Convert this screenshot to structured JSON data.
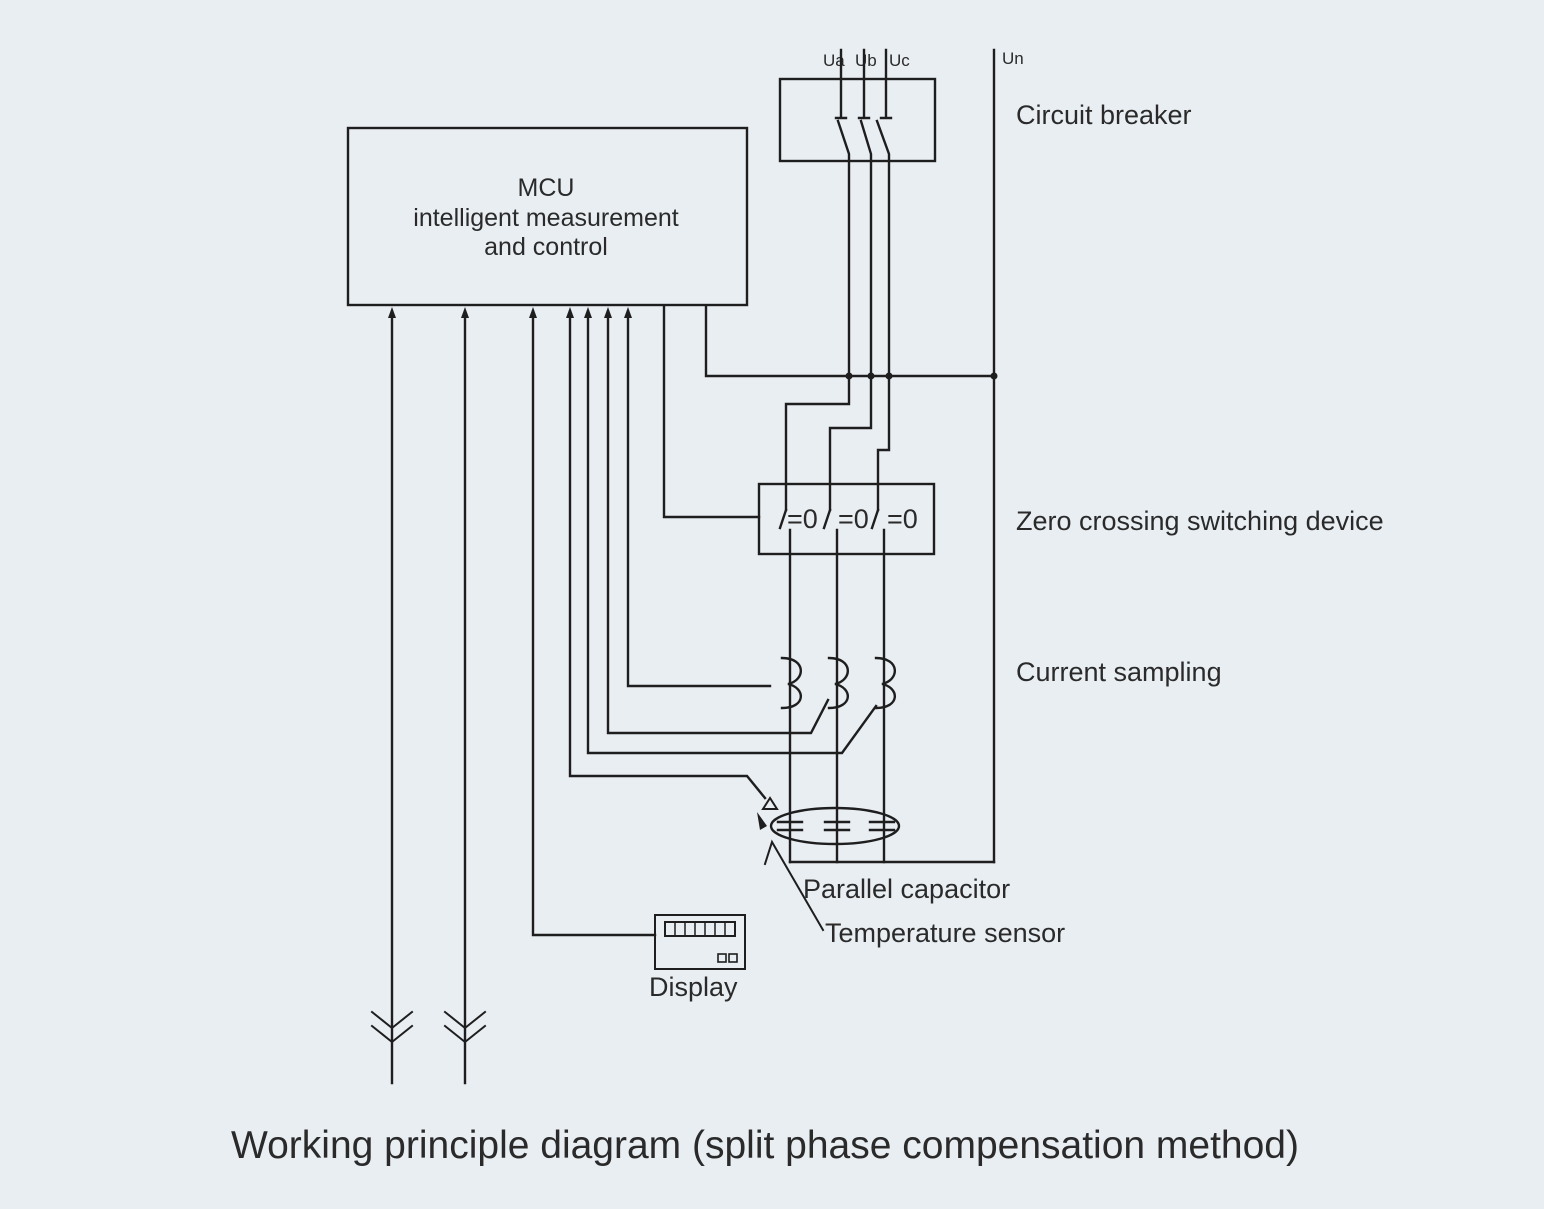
{
  "mcu": {
    "line1": "MCU",
    "line2": "intelligent measurement",
    "line3": "and control"
  },
  "supply": {
    "ua": "Ua",
    "ub": "Ub",
    "uc": "Uc",
    "un": "Un"
  },
  "labels": {
    "circuit_breaker": "Circuit breaker",
    "zero_crossing": "Zero crossing switching device",
    "current_sampling": "Current sampling",
    "parallel_capacitor": "Parallel capacitor",
    "temperature_sensor": "Temperature sensor",
    "display": "Display"
  },
  "switch_marks": [
    "=0",
    "=0",
    "=0"
  ],
  "caption": "Working principle diagram (split phase compensation method)"
}
